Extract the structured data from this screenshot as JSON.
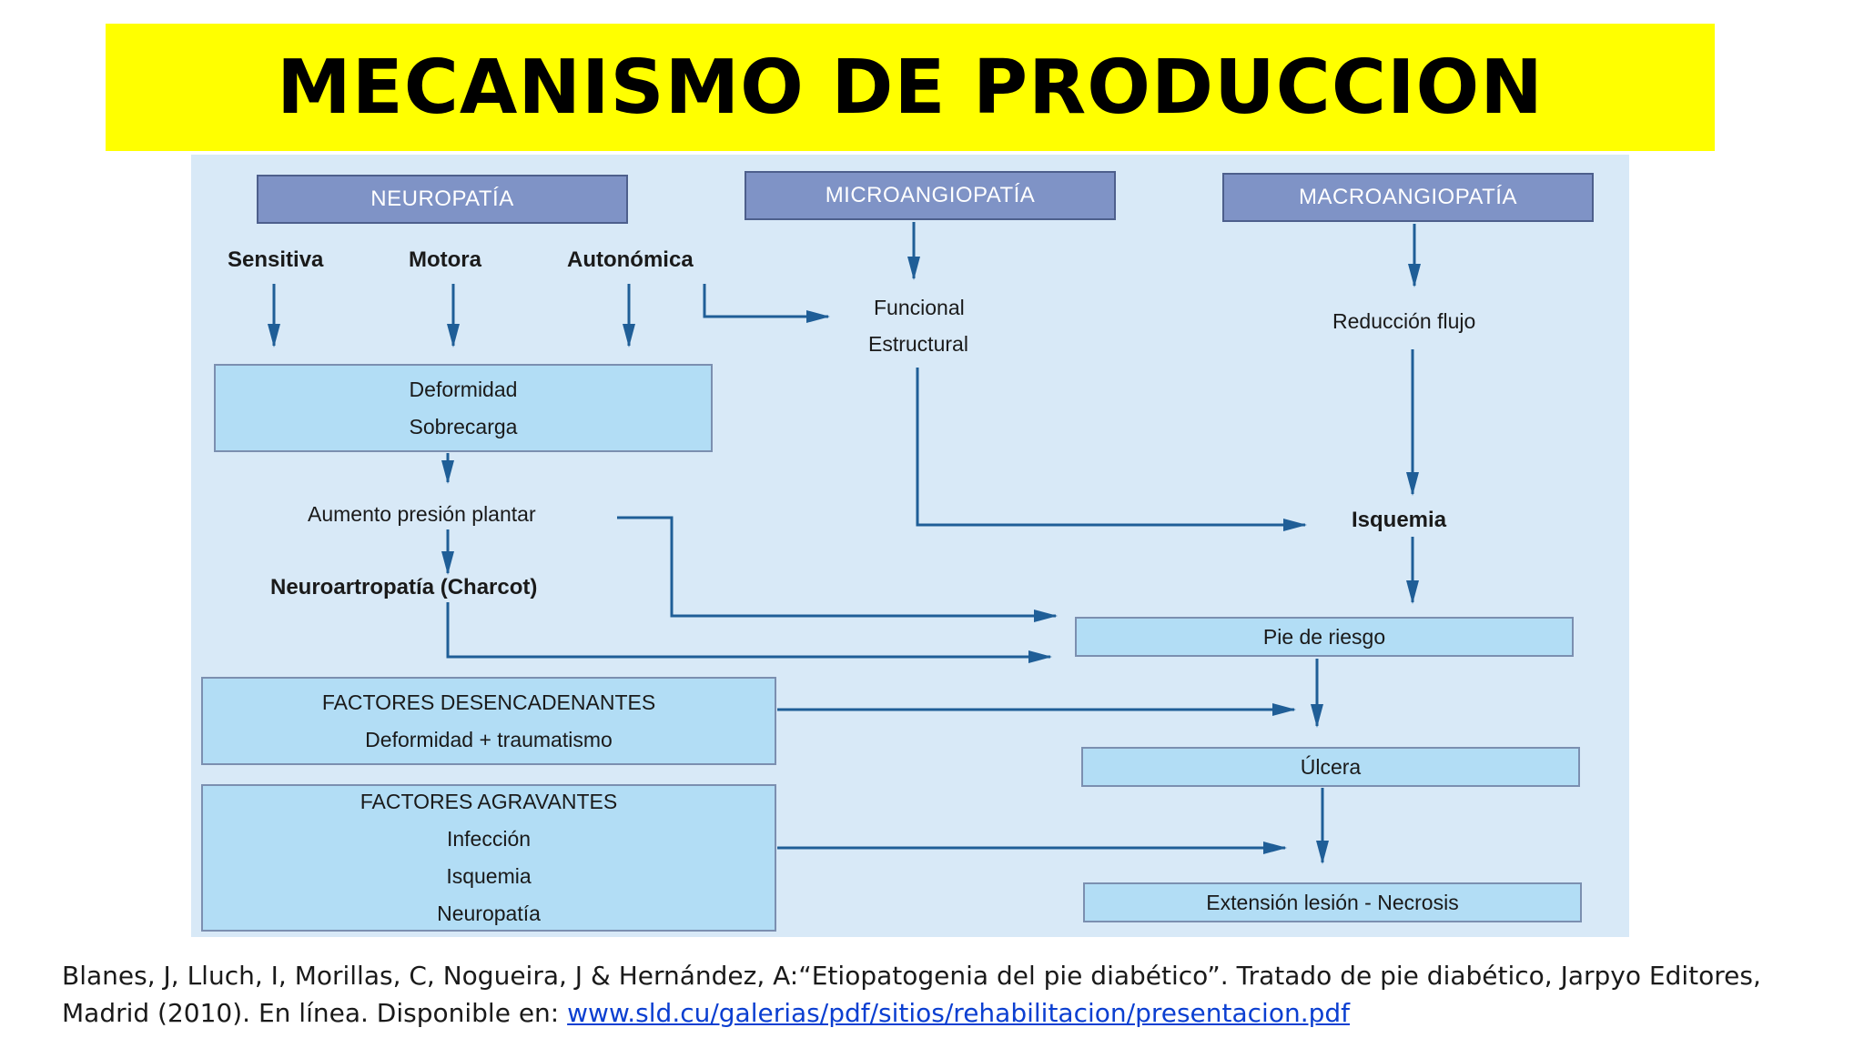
{
  "title": "MECANISMO DE PRODUCCION",
  "diagram": {
    "headers": {
      "neuropatia": "NEUROPATÍA",
      "microangiopatia": "MICROANGIOPATÍA",
      "macroangiopatia": "MACROANGIOPATÍA"
    },
    "neuropathy_types": {
      "sensitiva": "Sensitiva",
      "motora": "Motora",
      "autonomica": "Autonómica"
    },
    "deformidad_box": {
      "line1": "Deformidad",
      "line2": "Sobrecarga"
    },
    "aumento_presion": "Aumento presión plantar",
    "neuroartropatia": "Neuroartropatía (Charcot)",
    "funcional": "Funcional",
    "estructural": "Estructural",
    "reduccion_flujo": "Reducción flujo",
    "isquemia": "Isquemia",
    "pie_de_riesgo": "Pie de riesgo",
    "factores_desencadenantes": {
      "title": "FACTORES DESENCADENANTES",
      "line1": "Deformidad + traumatismo"
    },
    "ulcera": "Úlcera",
    "factores_agravantes": {
      "title": "FACTORES AGRAVANTES",
      "items": [
        "Infección",
        "Isquemia",
        "Neuropatía"
      ]
    },
    "extension": "Extensión lesión - Necrosis"
  },
  "reference": {
    "text": "Blanes, J, Lluch, I, Morillas, C, Nogueira, J & Hernández, A:“Etiopatogenia del pie diabético”. Tratado de pie diabético, Jarpyo Editores, Madrid (2010). En línea. Disponible en: ",
    "link": "www.sld.cu/galerias/pdf/sitios/rehabilitacion/presentacion.pdf"
  },
  "colors": {
    "banner": "#ffff00",
    "panel": "#d8e9f7",
    "header_box": "#7f93c6",
    "content_box": "#b2ddf5",
    "arrow": "#1f5e97",
    "link": "#0b3fd1"
  }
}
